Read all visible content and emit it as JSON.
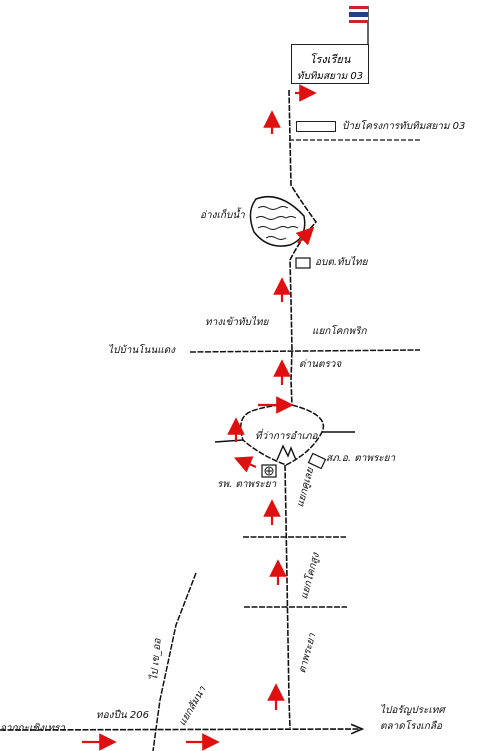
{
  "colors": {
    "road": "#111111",
    "arrow": "#e01010",
    "flag_red": "#d0202a",
    "flag_blue": "#2a3a8c"
  },
  "school": {
    "name": "โรงเรียน",
    "sub": "ทับทิมสยาม 03"
  },
  "labels": {
    "project_sign": "ป้ายโครงการทับทิมสยาม 03",
    "reservoir": "อ่างเก็บน้ำ",
    "obt": "อบต.ทับไทย",
    "to_tab_thai": "ทางเข้าทับไทย",
    "khok_phrik": "แยกโคกพริก",
    "to_ban_non_daeng": "ไปบ้านโนนแดง",
    "checkpoint": "ด่านตรวจ",
    "district_office": "ที่ว่าการอำเภอ",
    "police": "สภ.อ. ตาพระยา",
    "hospital": "รพ. ตาพระยา",
    "khok_loei": "แยกคูเลย",
    "khok_sung": "แยกโคกสูง",
    "ta_phraya": "ตาพระยา",
    "road_206": "ทองปืน 206",
    "from_watthana": "จากกะเชิงเทรา",
    "sam_nak": "แยกสัมนา",
    "nam_yuen": "ไป เข_ออ",
    "to_aranyaprathet": "ไปอรัญประเทศ",
    "rong_kluea_market": "ตลาดโรงเกลือ"
  }
}
